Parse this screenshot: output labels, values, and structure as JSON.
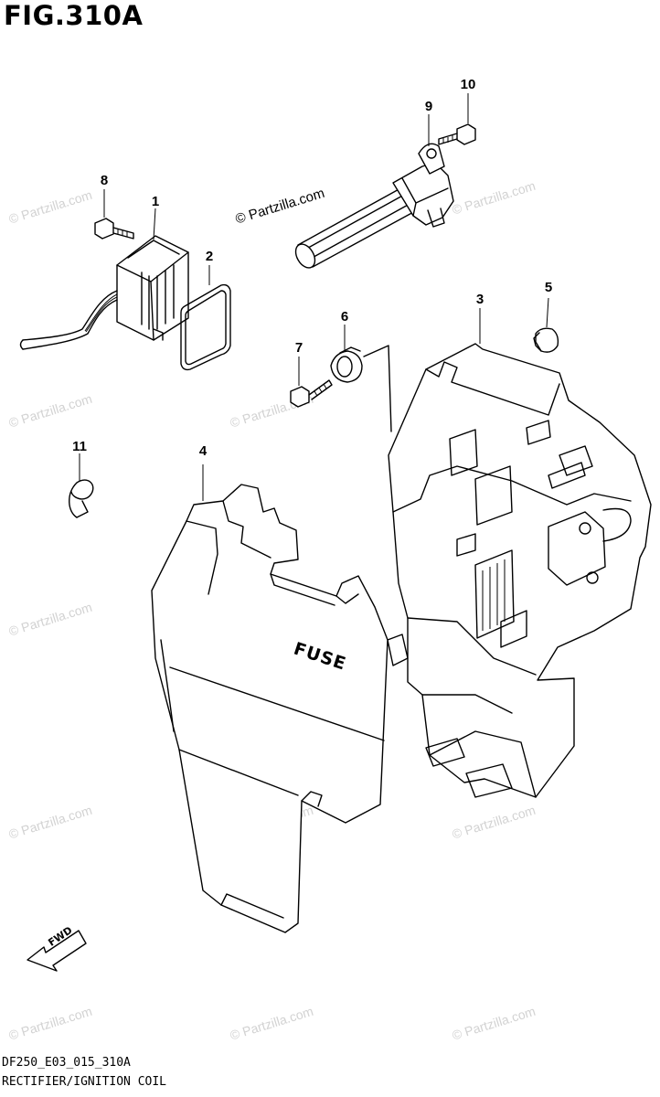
{
  "figure": {
    "title": "FIG.310A",
    "code": "DF250_E03_015_310A",
    "name": "RECTIFIER/IGNITION COIL"
  },
  "parts": [
    {
      "num": "1"
    },
    {
      "num": "2"
    },
    {
      "num": "3"
    },
    {
      "num": "4"
    },
    {
      "num": "5"
    },
    {
      "num": "6"
    },
    {
      "num": "7"
    },
    {
      "num": "8"
    },
    {
      "num": "9"
    },
    {
      "num": "10"
    },
    {
      "num": "11"
    }
  ],
  "labels": {
    "fuse": "FUSE",
    "fwd": "FWD"
  },
  "watermark": {
    "text": "© Partzilla.com",
    "prominent": "© Partzilla.com"
  }
}
